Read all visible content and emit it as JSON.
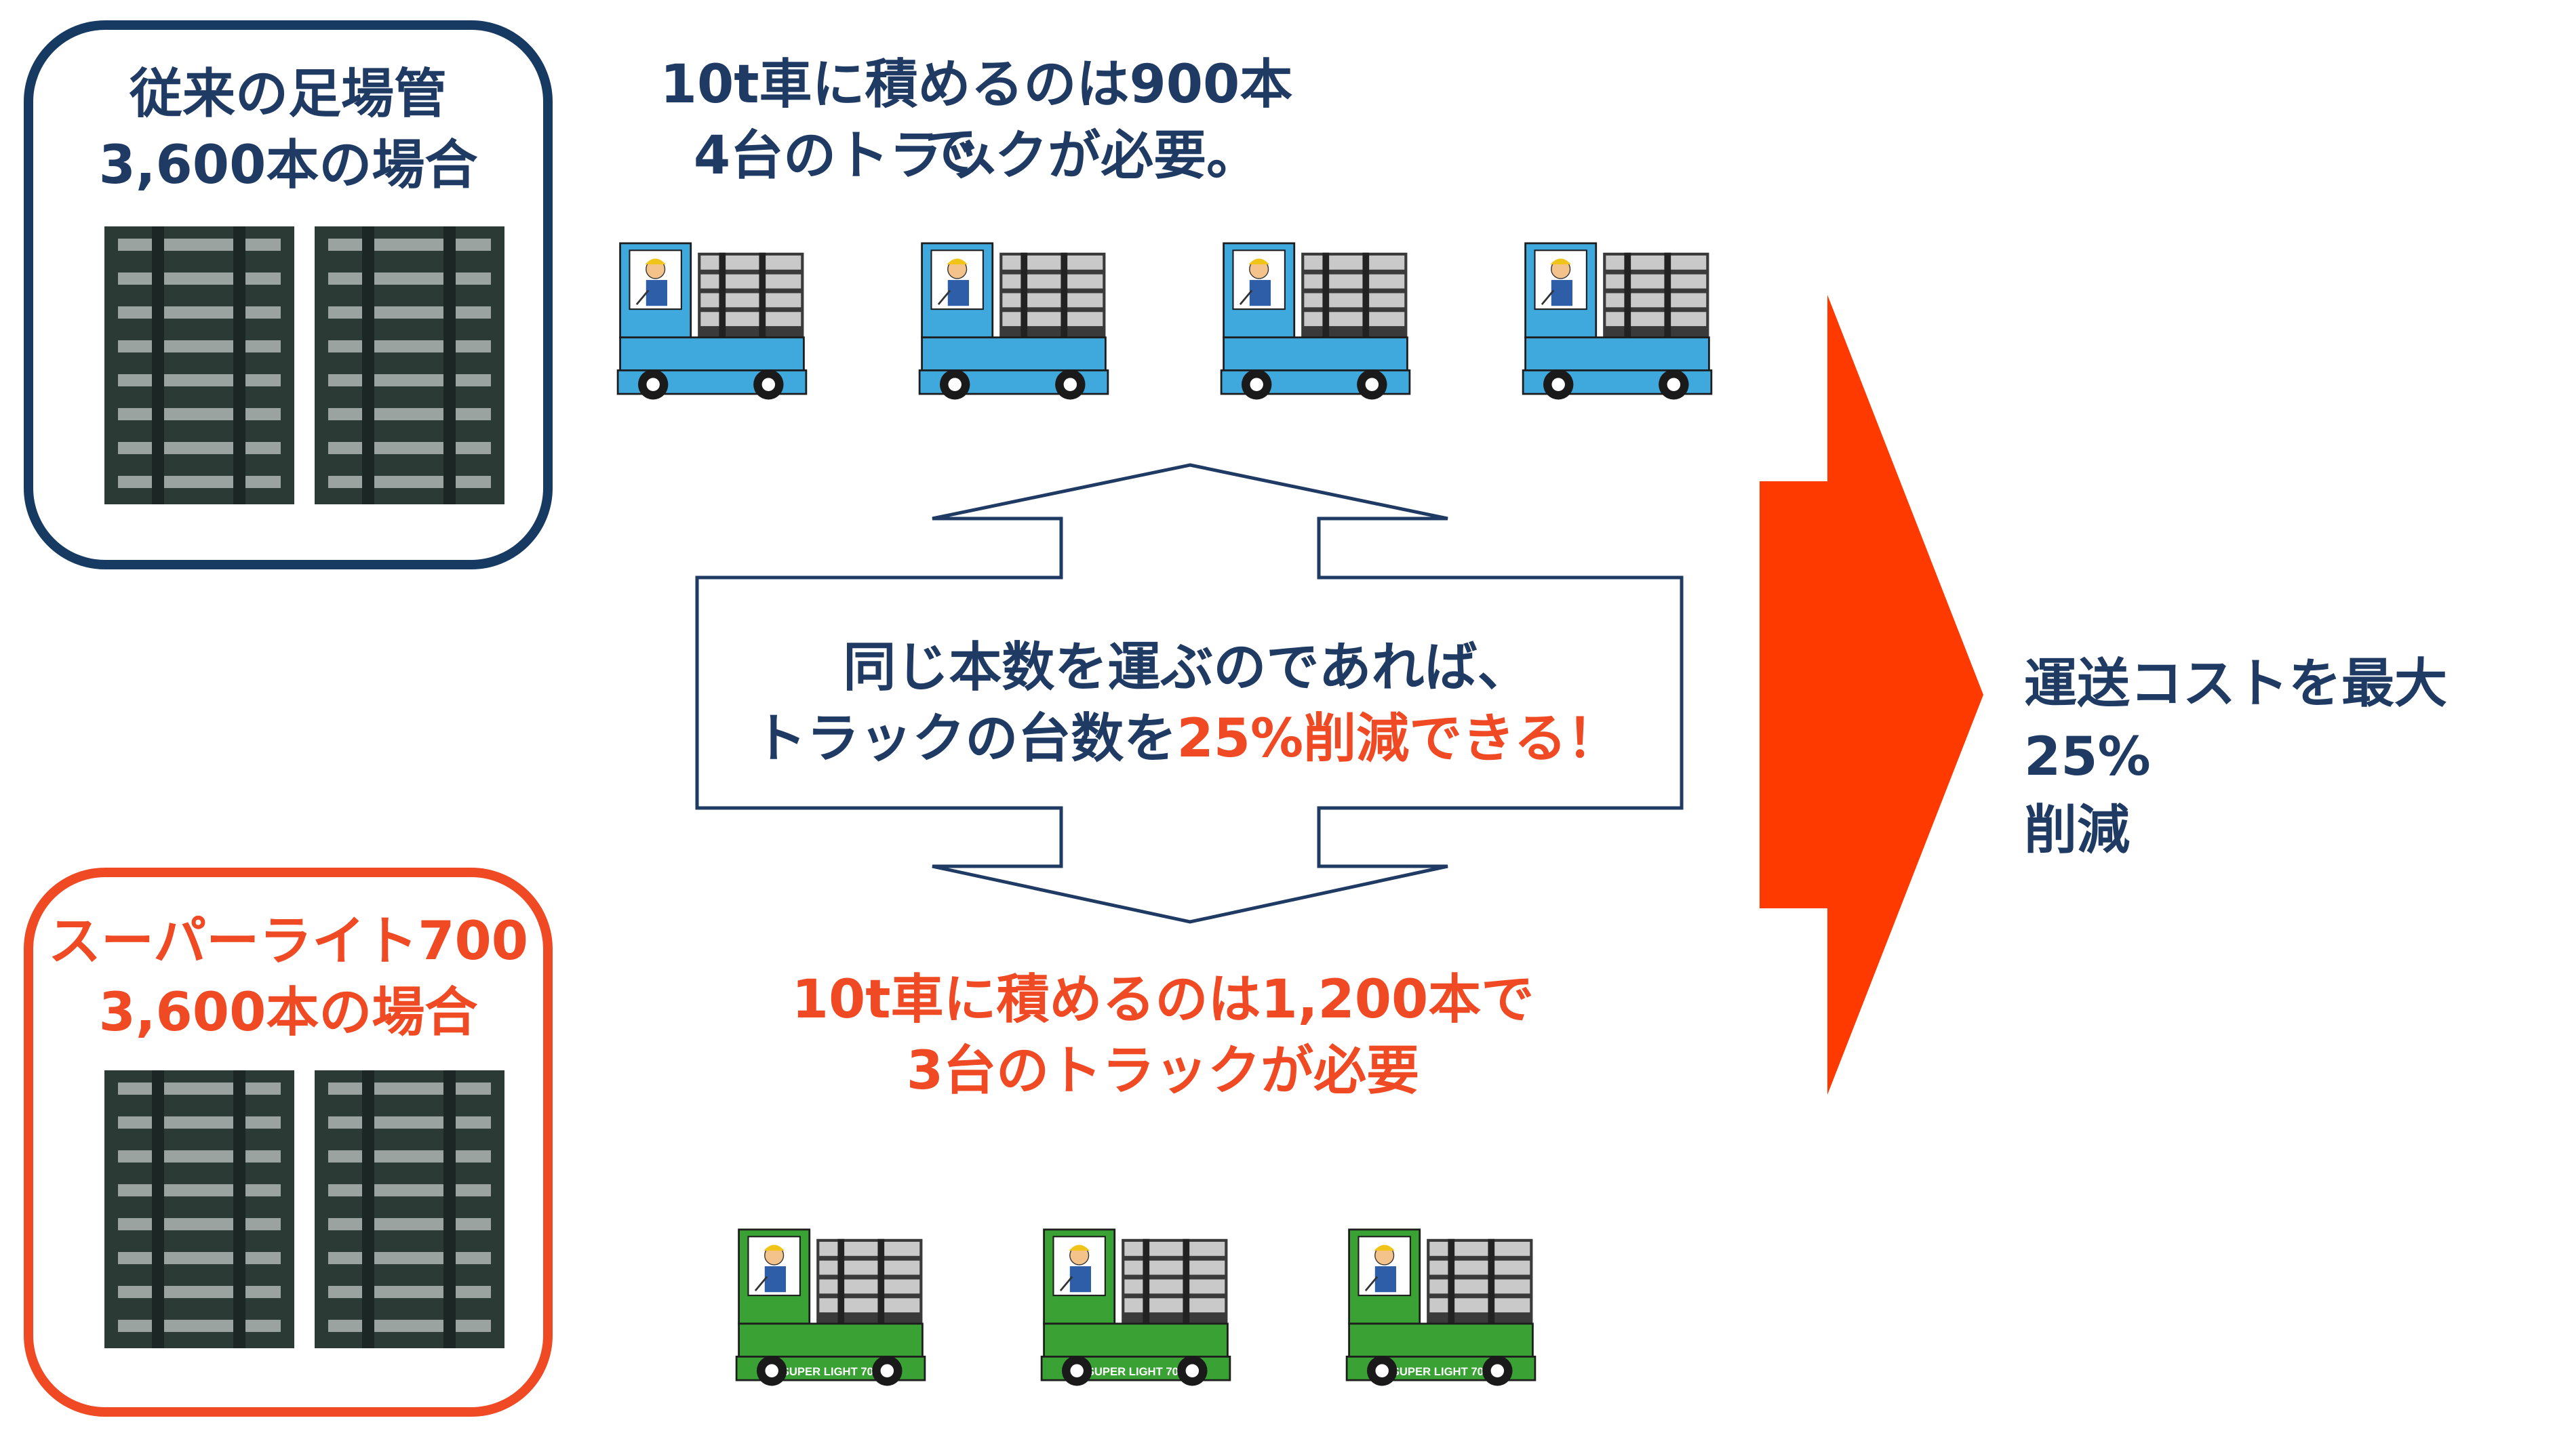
{
  "conventional": {
    "title_line1": "従来の足場管",
    "title_line2": "3,600本の場合",
    "load_text_line1": "10t車に積めるのは900本で、",
    "load_text_line2": "4台のトラックが必要。",
    "truck_count": 4,
    "truck_color": "#3fa9dd"
  },
  "superlight": {
    "title_line1": "スーパーライト700",
    "title_line2": "3,600本の場合",
    "load_text_line1": "10t車に積めるのは1,200本で",
    "load_text_line2": "3台のトラックが必要",
    "truck_count": 3,
    "truck_color": "#3aa235",
    "truck_label": "SUPER LIGHT 700"
  },
  "comparison": {
    "line1": "同じ本数を運ぶのであれば、",
    "line2_prefix": "トラックの台数を",
    "line2_highlight": "25%削減できる！"
  },
  "result": {
    "line1": "運送コストを最大25%",
    "line2": "削減"
  },
  "colors": {
    "navy": "#1f3b64",
    "red": "#ef4a24",
    "arrow_red": "#ff3a00",
    "pipe_dark": "#2c3a36"
  }
}
